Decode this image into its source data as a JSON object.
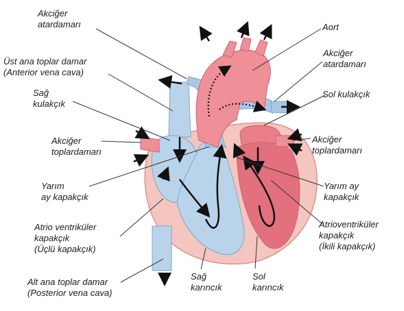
{
  "labels": {
    "akciger_atardamari_top": [
      "Akciğer",
      "atardamarı"
    ],
    "aort": "Aort",
    "ust_ana_toplar": [
      "Üst ana toplar damar",
      "(Anterior vena cava)"
    ],
    "akciger_atardamari_right": [
      "Akciğer",
      "atardamarı"
    ],
    "sag_kulakcik": [
      "Sağ",
      "kulakçık"
    ],
    "sol_kulakcik": "Sol kulakçık",
    "akciger_toplardamari_left": [
      "Akciğer",
      "toplardamarı"
    ],
    "akciger_toplardamari_right": [
      "Akciğer",
      "toplardamarı"
    ],
    "yarim_ay_left": [
      "Yarım",
      "ay kapakçık"
    ],
    "yarim_ay_right": [
      "Yarım ay",
      "kapakçık"
    ],
    "atrio_left": [
      "Atrio  ventriküler",
      "kapakçık",
      "(Üçlü kapakçık)"
    ],
    "atrio_right": [
      "Atrioventriküler",
      "kapakçık",
      "(İkili kapakçık)"
    ],
    "alt_ana_toplar": [
      "Alt ana toplar damar",
      "(Posterior vena cava)"
    ],
    "sag_karincik": [
      "Sağ",
      "karıncık"
    ],
    "sol_karincik": [
      "Sol",
      "karıncık"
    ]
  },
  "colors": {
    "deoxygenated": "#b9d3ea",
    "oxygenated": "#ef8f97",
    "heart_muscle": "#f4c6bf",
    "leader": "#333333"
  }
}
